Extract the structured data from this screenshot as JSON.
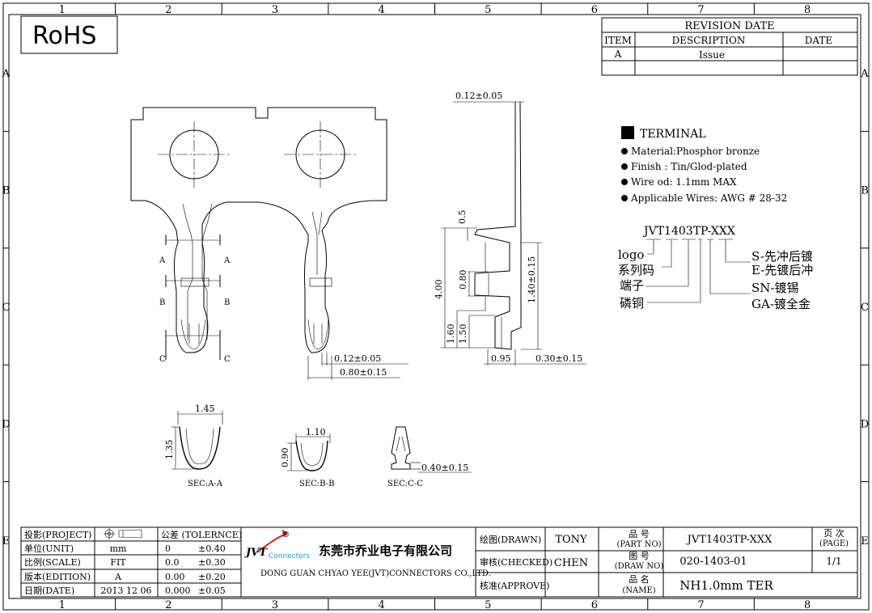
{
  "grid": {
    "columns": [
      "1",
      "2",
      "3",
      "4",
      "5",
      "6",
      "7",
      "8"
    ],
    "rows": [
      "A",
      "B",
      "C",
      "D",
      "E"
    ]
  },
  "rohs": "RoHS",
  "revision": {
    "title": "REVISION DATE",
    "headers": [
      "ITEM",
      "DESCRIPTION",
      "DATE"
    ],
    "rows": [
      [
        "A",
        "Issue",
        ""
      ]
    ]
  },
  "spec": {
    "title": "TERMINAL",
    "items": [
      "Material:Phosphor bronze",
      "Finish : Tin/Glod-plated",
      "Wire od: 1.1mm MAX",
      "Applicable Wires: AWG # 28-32"
    ]
  },
  "part_code": {
    "code": "JVT1403TP-XXX",
    "left_labels": [
      "logo",
      "系列码",
      "端子",
      "磷铜"
    ],
    "right_top": [
      "S-先冲后镀",
      "E-先镀后冲"
    ],
    "right_bottom": [
      "SN-镀锡",
      "GA-镀全金"
    ]
  },
  "front_view": {
    "sections": [
      "A",
      "A",
      "B",
      "B",
      "C",
      "C"
    ],
    "dims": [
      "0.12±0.05",
      "0.80±0.15"
    ]
  },
  "side_view": {
    "dims": [
      "0.12±0.05",
      "0.5",
      "4.00",
      "0.80",
      "1.40±0.15",
      "1.60",
      "1.50",
      "0.95",
      "0.30±0.15"
    ]
  },
  "sections": [
    {
      "label": "SEC:A-A",
      "w": "1.45",
      "h": "1.35"
    },
    {
      "label": "SEC:B-B",
      "w": "1.10",
      "h": "0.90"
    },
    {
      "label": "SEC:C-C",
      "w": "0.40±0.15"
    }
  ],
  "titleblock": {
    "project_label": "投影(PROJECT)",
    "unit_label": "单位(UNIT)",
    "unit": "mm",
    "scale_label": "比例(SCALE)",
    "scale": "FIT",
    "edition_label": "版本(EDITION)",
    "edition": "A",
    "date_label": "日期(DATE)",
    "date": "2013 12 06",
    "tol_label": "公差 (TOLERNCE)",
    "tol": [
      [
        "0",
        "±0.40"
      ],
      [
        "0.0",
        "±0.30"
      ],
      [
        "0.00",
        "±0.20"
      ],
      [
        "0.000",
        "±0.05"
      ]
    ],
    "logo_text": "JVT",
    "logo_sub": "Connectors",
    "registered": "®",
    "company_cn": "东莞市乔业电子有限公司",
    "company_en": "DONG GUAN CHYAO YEE(JVT)CONNECTORS CO.,LTD.",
    "drawn_label": "绘图(DRAWN)",
    "drawn": "TONY",
    "checked_label": "审核(CHECKED)",
    "checked": "CHEN",
    "approve_label": "核准(APPROVE)",
    "approve": "",
    "partno_label_cn": "品 号",
    "partno_label_en": "(PART NO)",
    "partno": "JVT1403TP-XXX",
    "drawno_label_cn": "图 号",
    "drawno_label_en": "(DRAW NO)",
    "drawno": "020-1403-01",
    "name_label_cn": "品 名",
    "name_label_en": "(NAME)",
    "name": "NH1.0mm TER",
    "page_label_cn": "页 次",
    "page_label_en": "(PAGE)",
    "page": "1/1"
  }
}
